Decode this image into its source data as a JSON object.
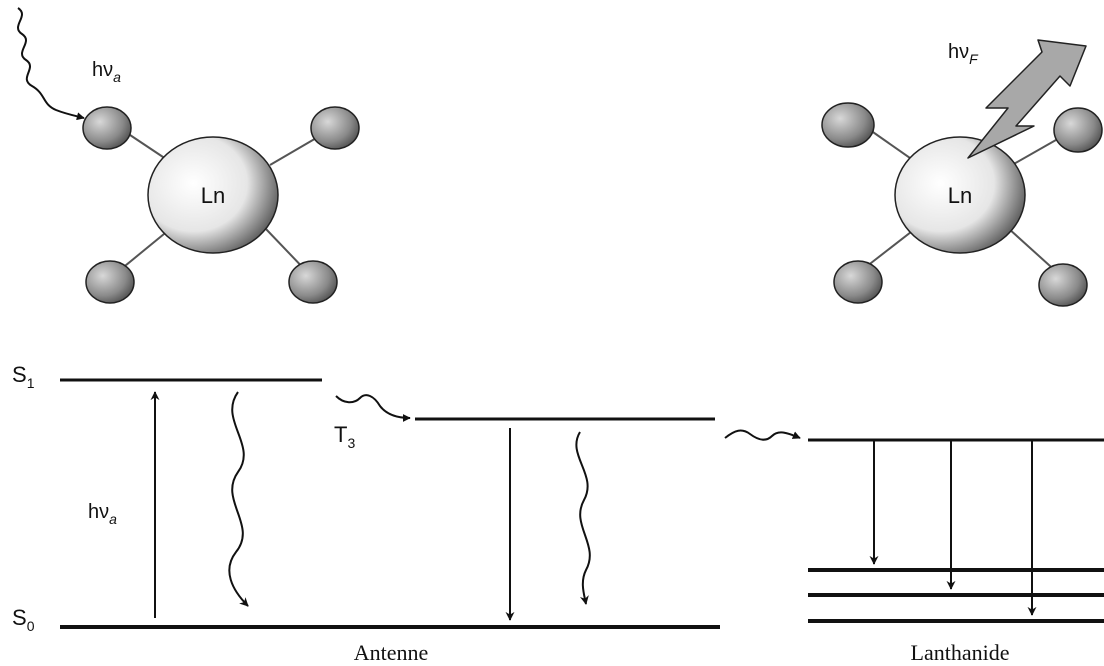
{
  "complexes": {
    "left": {
      "center_label": "Ln",
      "photon_label": "hν",
      "photon_sub": "a"
    },
    "right": {
      "center_label": "Ln",
      "photon_label": "hν",
      "photon_sub": "F"
    }
  },
  "levels": {
    "s1": {
      "label": "S",
      "sub": "1"
    },
    "s0": {
      "label": "S",
      "sub": "0"
    },
    "t3": {
      "label": "T",
      "sub": "3"
    },
    "absorption": {
      "label": "hν",
      "sub": "a"
    }
  },
  "captions": {
    "antenne": "Antenne",
    "lanthanide": "Lanthanide"
  },
  "colors": {
    "line": "#111111",
    "sphere_light": "#f4f4f4",
    "sphere_dark": "#4a4a4a",
    "bolt_fill": "#a8a8a8"
  }
}
